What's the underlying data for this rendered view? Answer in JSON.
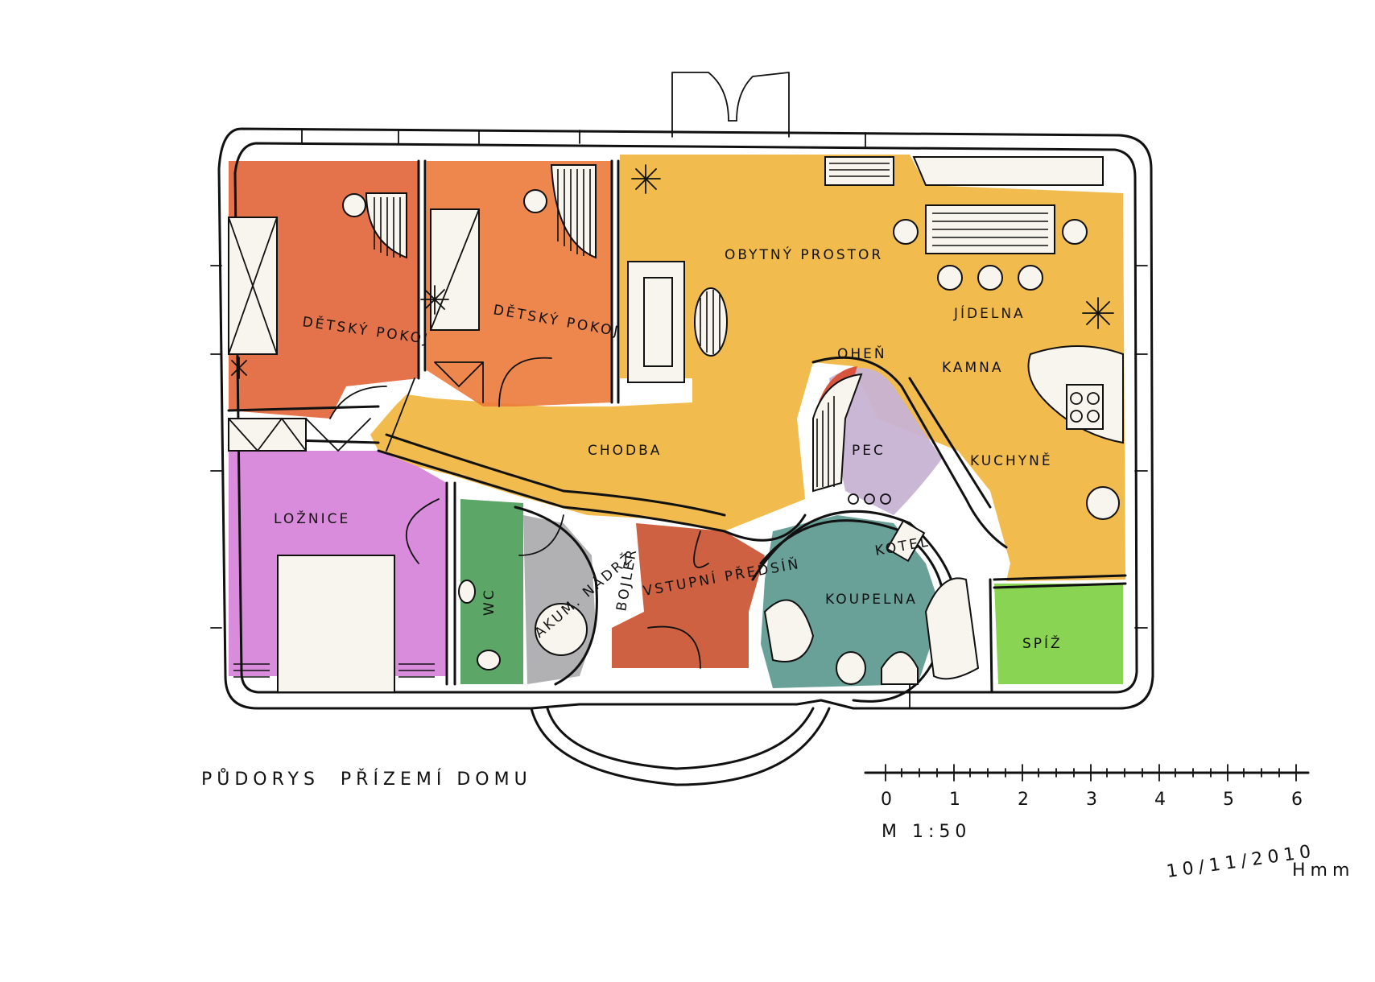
{
  "colors": {
    "orange_room": "#e2673c",
    "orange_room_2": "#ec7a3a",
    "yellow_living": "#f0b43a",
    "purple_bedroom": "#d680d8",
    "green_wc": "#4a9c58",
    "green_pantry": "#84d24a",
    "grey_tank": "#a9a9ab",
    "brown_entry": "#c8502e",
    "blue_green_bath": "#4f8f86",
    "lilac_stove": "#c7b2d3",
    "red_fire": "#d9543f"
  },
  "rooms": {
    "detsky_pokoj_1": "DĚTSKÝ POKOJ",
    "detsky_pokoj_2": "DĚTSKÝ POKOJ",
    "obytny_prostor": "OBYTNÝ PROSTOR",
    "jidelna": "JÍDELNA",
    "chodba": "CHODBA",
    "ohen": "OHEŇ",
    "kamna": "KAMNA",
    "pec": "PEC",
    "kuchyne": "KUCHYNĚ",
    "loznice": "LOŽNICE",
    "wc": "WC",
    "akum_nadrz": "AKUM. NÁDRŽ",
    "bojler": "BOJLER",
    "vstupni_predsin": "VSTUPNÍ PŘEDSÍŇ",
    "kotel": "KOTEL",
    "koupelna": "KOUPELNA",
    "spiz": "SPÍŽ"
  },
  "title": "PŮDORYS  PŘÍZEMÍ DOMU",
  "scale": {
    "ticks": [
      "0",
      "1",
      "2",
      "3",
      "4",
      "5",
      "6"
    ],
    "label": "M 1:50"
  },
  "signature": {
    "date": "10/11/2010",
    "name": "Hmm"
  }
}
